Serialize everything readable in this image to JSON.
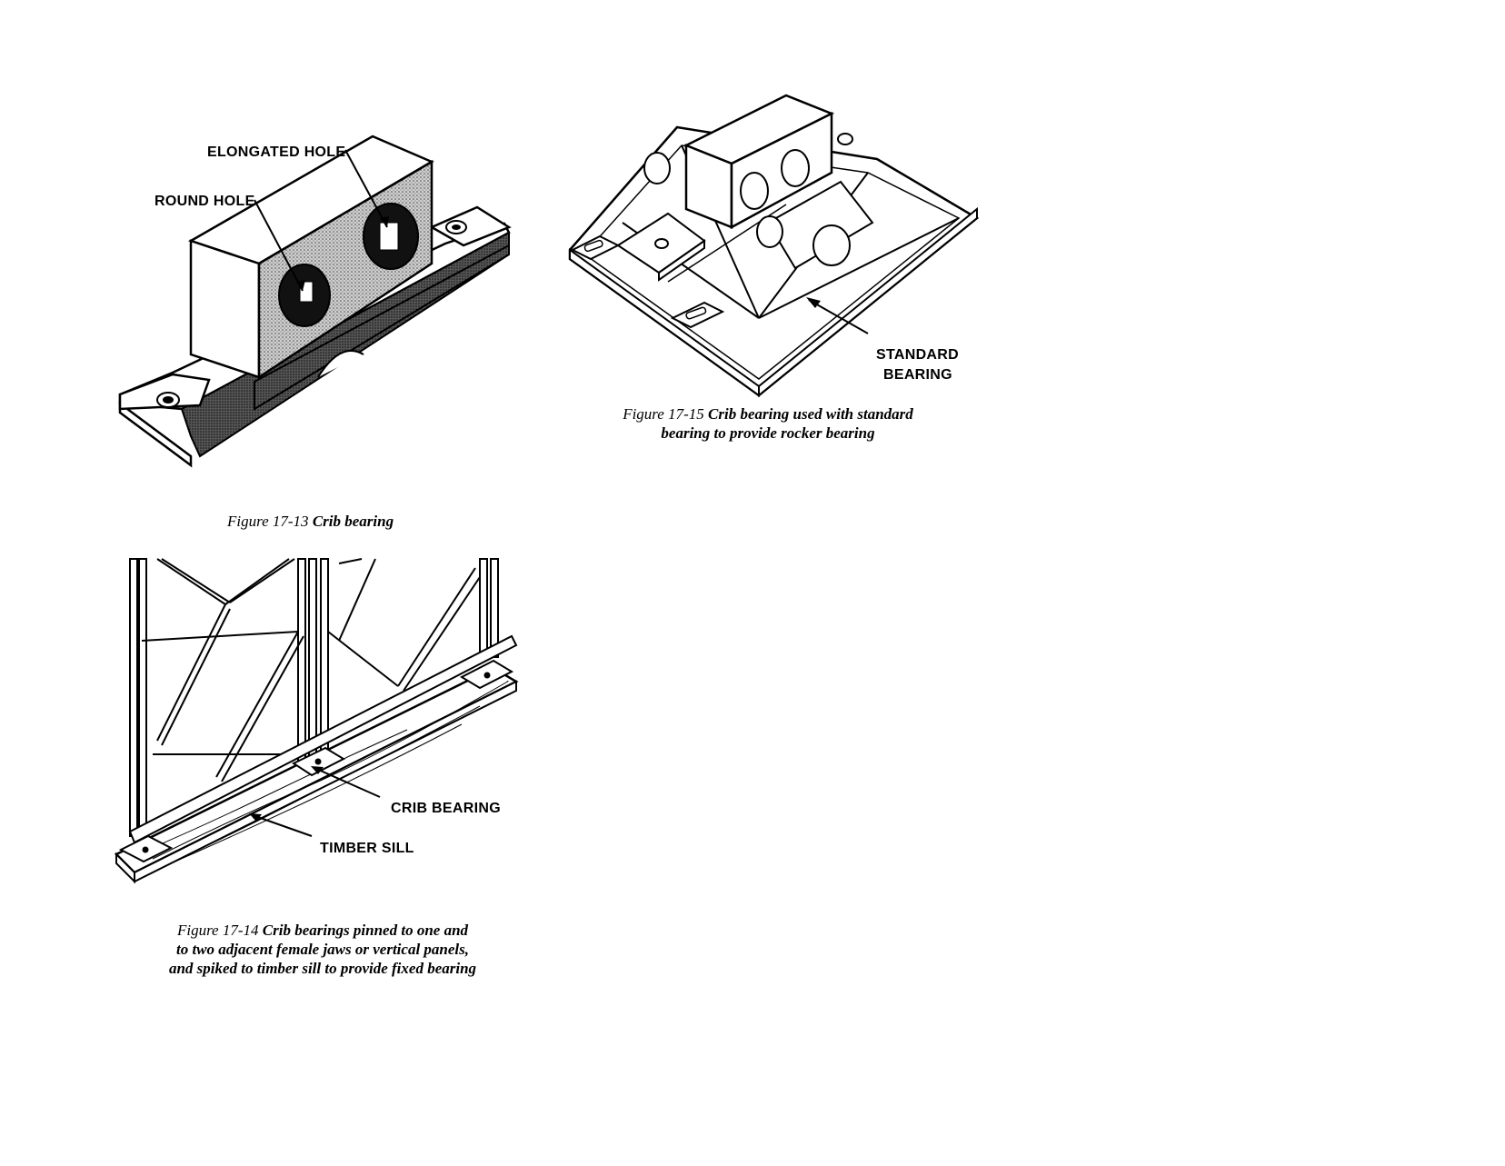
{
  "figure_13": {
    "label_elongated_hole": "ELONGATED HOLE",
    "label_round_hole": "ROUND HOLE",
    "caption_number": "Figure 17-13",
    "caption_text": "Crib bearing"
  },
  "figure_14": {
    "label_crib_bearing": "CRIB BEARING",
    "label_timber_sill": "TIMBER SILL",
    "caption_number": "Figure 17-14",
    "caption_line1": "Crib bearings pinned to one and",
    "caption_line2": "to two adjacent female jaws or vertical panels,",
    "caption_line3": "and spiked to timber sill to provide fixed bearing"
  },
  "figure_15": {
    "label_standard": "STANDARD",
    "label_bearing": "BEARING",
    "caption_number": "Figure 17-15",
    "caption_line1": "Crib bearing used with standard",
    "caption_line2": "bearing to provide rocker bearing"
  }
}
